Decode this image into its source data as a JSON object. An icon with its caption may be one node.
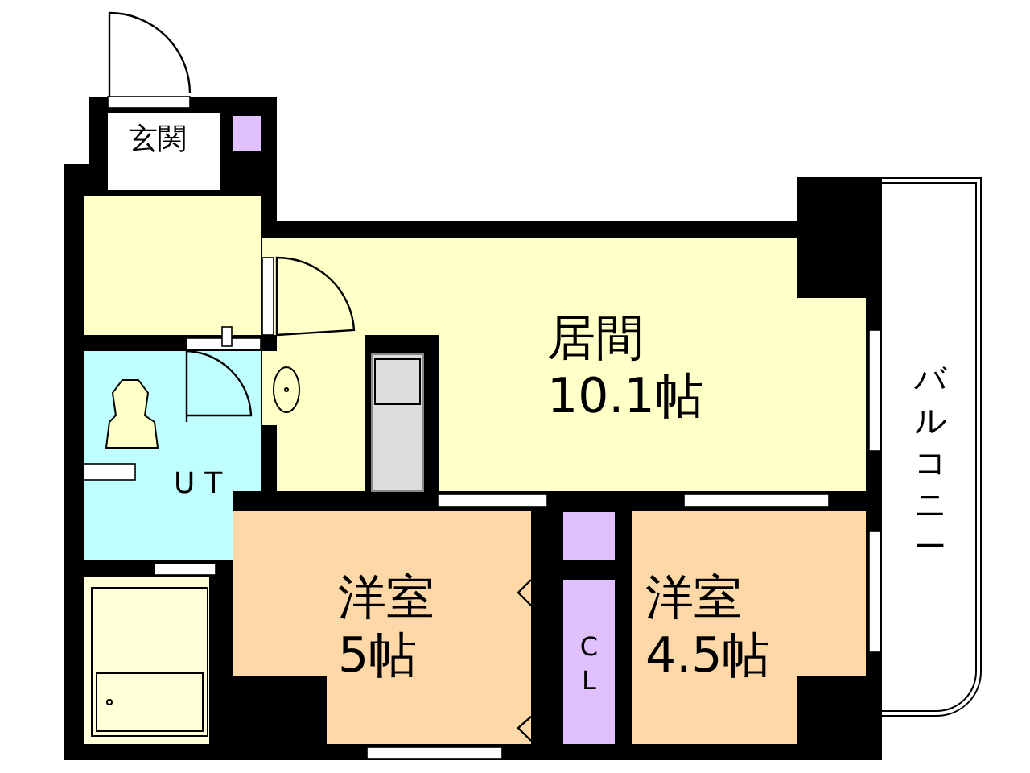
{
  "diagram": {
    "nodes": [
      {
        "text": [
          "玄関"
        ]
      },
      {
        "text": [
          "居間",
          "10.1帖"
        ]
      },
      {
        "text": [
          "UT"
        ]
      },
      {
        "text": [
          "洋室",
          "5帖"
        ]
      },
      {
        "text": [
          "CL"
        ]
      },
      {
        "text": [
          "洋室",
          "4.5帖"
        ]
      },
      {
        "text": [
          "バルコニー"
        ]
      }
    ]
  }
}
